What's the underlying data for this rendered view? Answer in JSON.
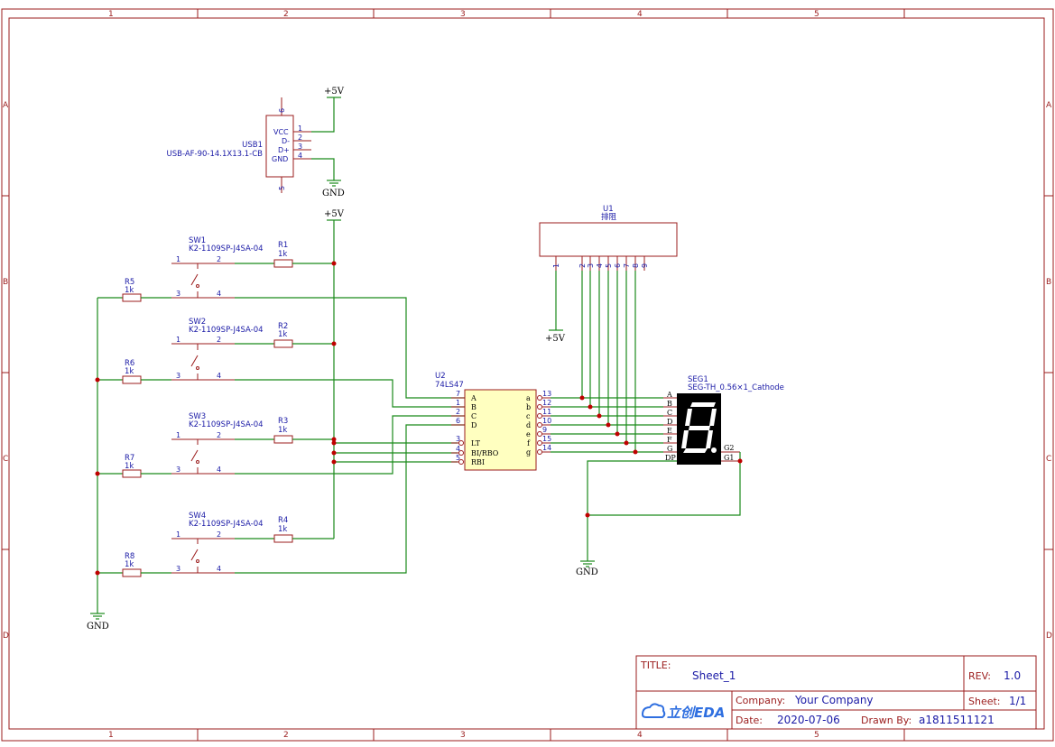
{
  "border": {
    "columns": [
      "1",
      "2",
      "3",
      "4",
      "5"
    ],
    "rows": [
      "A",
      "B",
      "C",
      "D"
    ]
  },
  "usb": {
    "ref": "USB1",
    "value": "USB-AF-90-14.1X13.1-CB",
    "pins": [
      "VCC",
      "D-",
      "D+",
      "GND"
    ],
    "pin_numbers": [
      "1",
      "2",
      "3",
      "4",
      "5",
      "6"
    ]
  },
  "power": {
    "vcc": "+5V",
    "gnd": "GND"
  },
  "switches": [
    {
      "ref": "SW1",
      "value": "K2-1109SP-J4SA-04",
      "pins": [
        "1",
        "2",
        "3",
        "4"
      ]
    },
    {
      "ref": "SW2",
      "value": "K2-1109SP-J4SA-04",
      "pins": [
        "1",
        "2",
        "3",
        "4"
      ]
    },
    {
      "ref": "SW3",
      "value": "K2-1109SP-J4SA-04",
      "pins": [
        "1",
        "2",
        "3",
        "4"
      ]
    },
    {
      "ref": "SW4",
      "value": "K2-1109SP-J4SA-04",
      "pins": [
        "1",
        "2",
        "3",
        "4"
      ]
    }
  ],
  "resistors": [
    {
      "ref": "R1",
      "value": "1k"
    },
    {
      "ref": "R2",
      "value": "1k"
    },
    {
      "ref": "R3",
      "value": "1k"
    },
    {
      "ref": "R4",
      "value": "1k"
    },
    {
      "ref": "R5",
      "value": "1k"
    },
    {
      "ref": "R6",
      "value": "1k"
    },
    {
      "ref": "R7",
      "value": "1k"
    },
    {
      "ref": "R8",
      "value": "1k"
    }
  ],
  "decoder": {
    "ref": "U2",
    "value": "74LS47",
    "inputs": [
      {
        "num": "7",
        "name": "A"
      },
      {
        "num": "1",
        "name": "B"
      },
      {
        "num": "2",
        "name": "C"
      },
      {
        "num": "6",
        "name": "D"
      },
      {
        "num": "3",
        "name": "LT"
      },
      {
        "num": "4",
        "name": "BI/RBO"
      },
      {
        "num": "5",
        "name": "RBI"
      }
    ],
    "outputs": [
      {
        "num": "13",
        "name": "a"
      },
      {
        "num": "12",
        "name": "b"
      },
      {
        "num": "11",
        "name": "c"
      },
      {
        "num": "10",
        "name": "d"
      },
      {
        "num": "9",
        "name": "e"
      },
      {
        "num": "15",
        "name": "f"
      },
      {
        "num": "14",
        "name": "g"
      }
    ]
  },
  "resnet": {
    "ref": "U1",
    "value": "排阻",
    "pins": [
      "1",
      "2",
      "3",
      "4",
      "5",
      "6",
      "7",
      "8",
      "9"
    ]
  },
  "display": {
    "ref": "SEG1",
    "value": "SEG-TH_0.56×1_Cathode",
    "pins": [
      "A",
      "B",
      "C",
      "D",
      "E",
      "F",
      "G",
      "DP"
    ],
    "commons": [
      "G2",
      "G1"
    ]
  },
  "title_block": {
    "title_label": "TITLE:",
    "title": "Sheet_1",
    "rev_label": "REV:",
    "rev": "1.0",
    "company_label": "Company:",
    "company": "Your Company",
    "sheet_label": "Sheet:",
    "sheet": "1/1",
    "date_label": "Date:",
    "date": "2020-07-06",
    "drawn_label": "Drawn By:",
    "drawn": "a1811511121",
    "logo": "立创EDA"
  }
}
